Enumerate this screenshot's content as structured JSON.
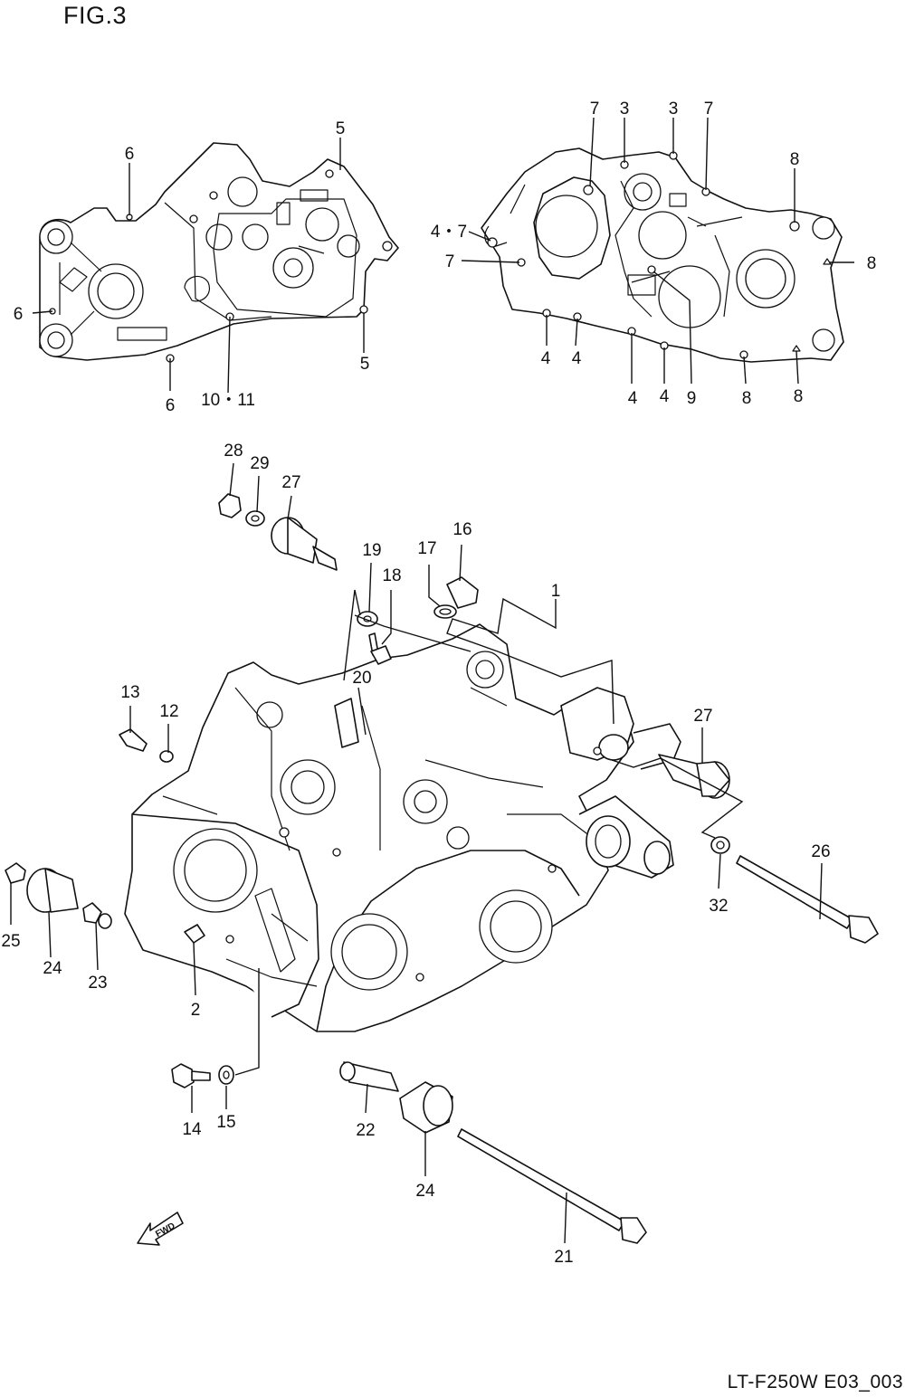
{
  "figure": {
    "title": "FIG.3",
    "code": "LT-F250W E03_003",
    "fwd_label": "FWD"
  },
  "callouts": {
    "top_left": {
      "c6a": "6",
      "c6b": "6",
      "c6c": "6",
      "c5a": "5",
      "c5b": "5",
      "c10_11": "10・11"
    },
    "top_right": {
      "c7a": "7",
      "c3a": "3",
      "c3b": "3",
      "c7b": "7",
      "c8a": "8",
      "c4_7": "4・7",
      "c7c": "7",
      "c8b": "8",
      "c4a": "4",
      "c4b": "4",
      "c4c": "4",
      "c4d": "4",
      "c9": "9",
      "c8c": "8",
      "c8d": "8"
    },
    "main": {
      "c28": "28",
      "c29": "29",
      "c27a": "27",
      "c19": "19",
      "c18": "18",
      "c17": "17",
      "c16": "16",
      "c1": "1",
      "c20": "20",
      "c13": "13",
      "c12": "12",
      "c27b": "27",
      "c26": "26",
      "c32": "32",
      "c25": "25",
      "c24a": "24",
      "c23": "23",
      "c2": "2",
      "c14": "14",
      "c15": "15",
      "c22": "22",
      "c24b": "24",
      "c21": "21"
    }
  }
}
